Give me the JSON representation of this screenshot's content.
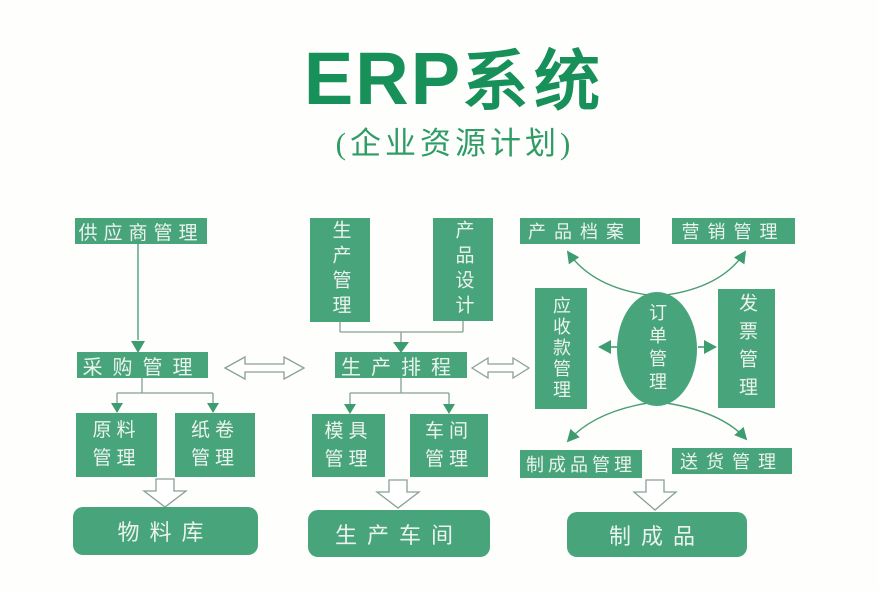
{
  "title": {
    "erp": "ERP",
    "cn": "系统",
    "subtitle": "(企业资源计划)"
  },
  "colors": {
    "box_green": "#48a47b",
    "title_green": "#17905a",
    "subtitle_green": "#2f9c66",
    "solid_arrow_green": "#3e9c71",
    "connector_gray_green": "#84a093",
    "hollow_arrow_outline": "#8aa096",
    "box_text": "#ecf3ed",
    "background": "#fefefc"
  },
  "nodes": {
    "supplier": "供应商管理",
    "purchase": "采购管理",
    "raw_material": "原料管理",
    "paper_roll": "纸卷管理",
    "material_warehouse": "物料库",
    "production_mgmt": "生产管理",
    "product_design": "产品设计",
    "production_schedule": "生产排程",
    "mold_mgmt": "模具管理",
    "workshop_mgmt": "车间管理",
    "production_workshop": "生产车间",
    "product_archive": "产品档案",
    "marketing_mgmt": "营销管理",
    "receivables_mgmt": "应收款管理",
    "order_mgmt": "订单管理",
    "invoice_mgmt": "发票管理",
    "finished_goods_mgmt": "制成品管理",
    "delivery_mgmt": "送货管理",
    "finished_goods": "制成品"
  },
  "edges": [
    {
      "from": "supplier",
      "to": "purchase",
      "style": "solid-arrow-down"
    },
    {
      "from": "purchase",
      "to": "raw_material",
      "style": "elbow-arrow-down"
    },
    {
      "from": "purchase",
      "to": "paper_roll",
      "style": "elbow-arrow-down"
    },
    {
      "from": "raw_material+paper_roll",
      "to": "material_warehouse",
      "style": "hollow-block-arrow-down"
    },
    {
      "from": "purchase",
      "to": "production_schedule",
      "style": "hollow-double-arrow-horizontal"
    },
    {
      "from": "production_mgmt",
      "to": "production_schedule",
      "style": "elbow-arrow-down"
    },
    {
      "from": "product_design",
      "to": "production_schedule",
      "style": "elbow-arrow-down"
    },
    {
      "from": "production_schedule",
      "to": "mold_mgmt",
      "style": "elbow-arrow-down"
    },
    {
      "from": "production_schedule",
      "to": "workshop_mgmt",
      "style": "elbow-arrow-down"
    },
    {
      "from": "mold_mgmt+workshop_mgmt",
      "to": "production_workshop",
      "style": "hollow-block-arrow-down"
    },
    {
      "from": "production_schedule",
      "to": "receivables_mgmt",
      "style": "hollow-double-arrow-horizontal"
    },
    {
      "from": "order_mgmt",
      "to": "product_archive",
      "style": "curved-arrow"
    },
    {
      "from": "order_mgmt",
      "to": "marketing_mgmt",
      "style": "curved-arrow"
    },
    {
      "from": "order_mgmt",
      "to": "receivables_mgmt",
      "style": "solid-arrow-left"
    },
    {
      "from": "order_mgmt",
      "to": "invoice_mgmt",
      "style": "solid-arrow-right"
    },
    {
      "from": "order_mgmt",
      "to": "finished_goods_mgmt",
      "style": "curved-arrow"
    },
    {
      "from": "order_mgmt",
      "to": "delivery_mgmt",
      "style": "curved-arrow"
    },
    {
      "from": "finished_goods_mgmt+delivery_mgmt",
      "to": "finished_goods",
      "style": "hollow-block-arrow-down"
    }
  ]
}
